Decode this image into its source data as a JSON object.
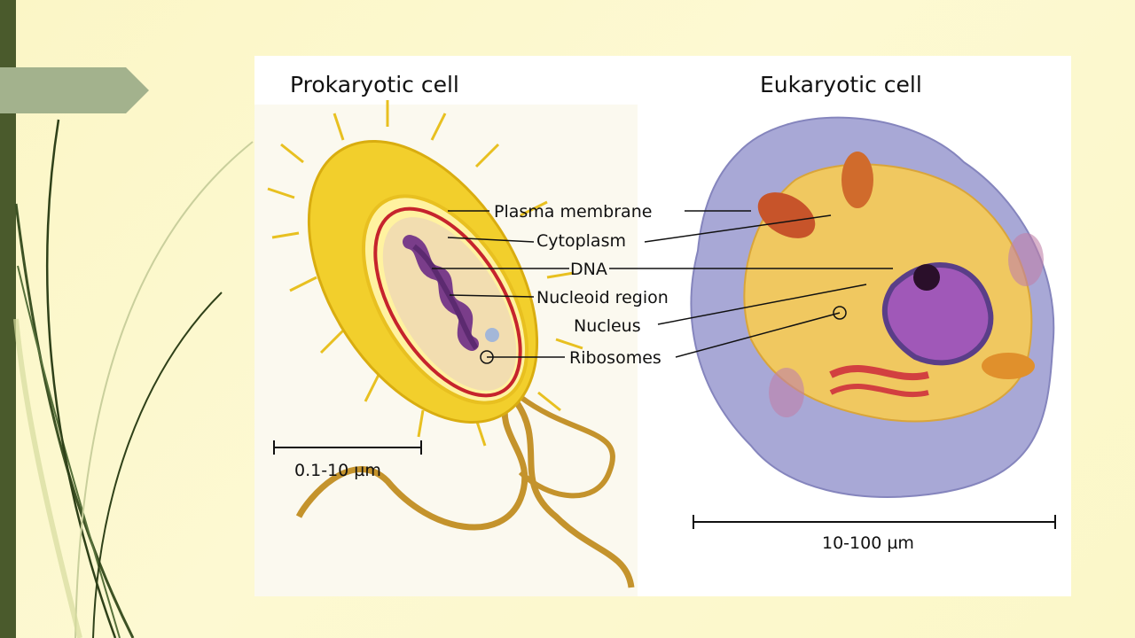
{
  "slide": {
    "colors": {
      "bar": "#4a5a2c",
      "tab": "#a3b28d",
      "swoosh": "#3d5224"
    }
  },
  "diagram": {
    "prokaryote": {
      "title": "Prokaryotic cell",
      "scale": "0.1-10 µm"
    },
    "eukaryote": {
      "title": "Eukaryotic cell",
      "scale": "10-100 µm"
    },
    "labels": {
      "plasma_membrane": "Plasma membrane",
      "cytoplasm": "Cytoplasm",
      "dna": "DNA",
      "nucleoid_region": "Nucleoid region",
      "nucleus": "Nucleus",
      "ribosomes": "Ribosomes"
    }
  }
}
